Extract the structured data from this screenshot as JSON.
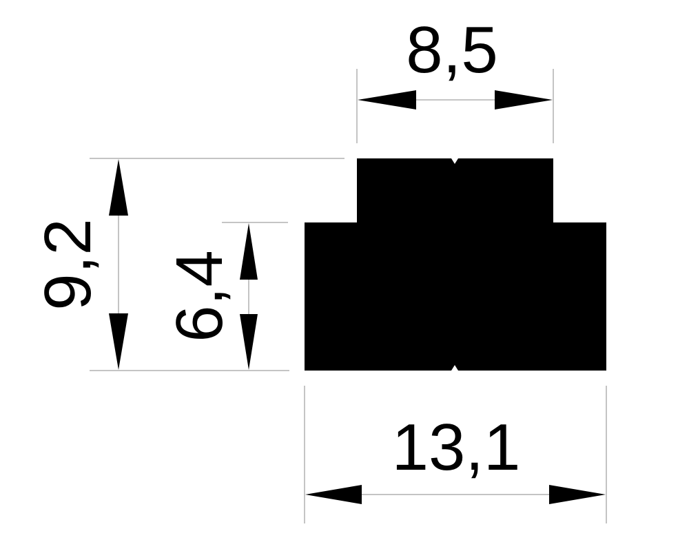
{
  "colors": {
    "profile_fill": "#000000",
    "line": "#8a8a8a",
    "text": "#000000",
    "background": "#ffffff"
  },
  "dimensions": {
    "top_width": "8,5",
    "bottom_width": "13,1",
    "total_height": "9,2",
    "base_height": "6,4"
  }
}
